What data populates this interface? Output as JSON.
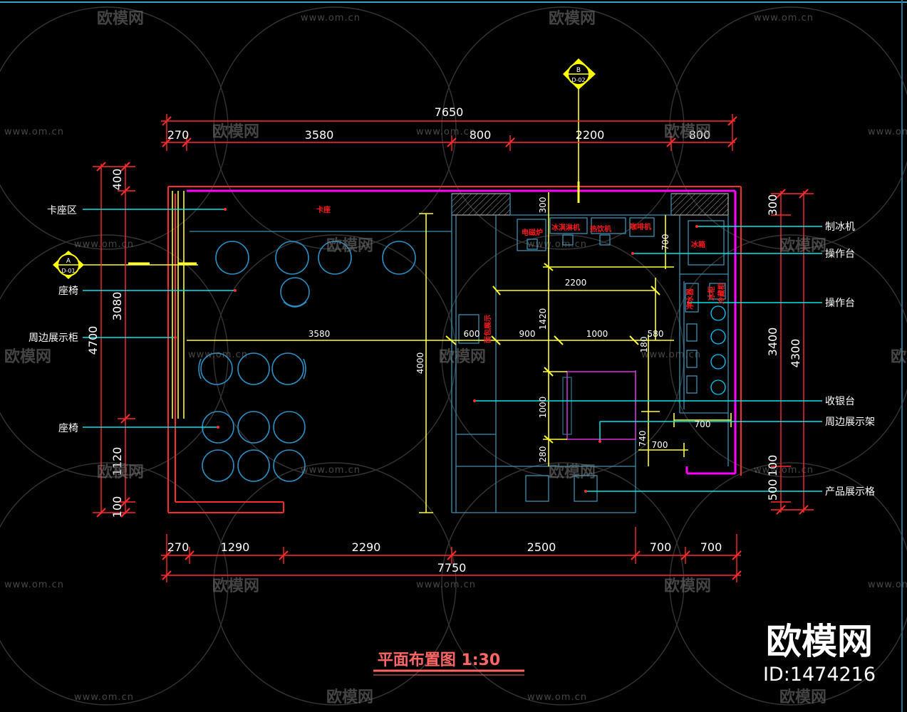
{
  "drawing": {
    "title": "平面布置图 1:30",
    "colors": {
      "background": "#000000",
      "dimension": "#ff2a2a",
      "wall": "#ff00ff",
      "furniture": "#00c8ff",
      "centerline": "#ffff33",
      "leader": "#00e5e5",
      "text_red": "#ff1a1a",
      "title": "#ff6666"
    },
    "top_dims": {
      "total": "7650",
      "segments": [
        "270",
        "3580",
        "800",
        "2200",
        "800"
      ]
    },
    "bottom_dims": {
      "total": "7750",
      "segments": [
        "270",
        "1290",
        "2290",
        "2500",
        "700",
        "700"
      ]
    },
    "left_dims": {
      "total": "4700",
      "segments": [
        "400",
        "3080",
        "1120",
        "100"
      ]
    },
    "right_dims": {
      "total": "4300",
      "segments": [
        "300",
        "3400",
        "500",
        "100"
      ]
    },
    "interior_dims": [
      "3580",
      "600",
      "900",
      "1000",
      "580",
      "2200",
      "1420",
      "4000",
      "300",
      "700",
      "1000",
      "180",
      "280",
      "740",
      "700",
      "700"
    ],
    "left_labels": [
      "卡座区",
      "座椅",
      "周边展示柜",
      "座椅"
    ],
    "right_labels": [
      "制冰机",
      "操作台",
      "操作台",
      "收银台",
      "周边展示架",
      "产品展示格"
    ],
    "red_labels": {
      "booth": "卡座",
      "equipment": [
        "电磁炉",
        "冰淇淋机",
        "热饮机",
        "咖啡机",
        "冰箱",
        "净水器",
        "面包展示",
        "冰柜",
        "冷藏柜"
      ]
    },
    "section_markers": [
      {
        "letter": "A",
        "sheet": "D-01"
      },
      {
        "letter": "B",
        "sheet": "D-02"
      }
    ]
  },
  "watermark": {
    "brand": "欧模网",
    "url": "www.om.cn",
    "id_text": "ID:1474216"
  }
}
